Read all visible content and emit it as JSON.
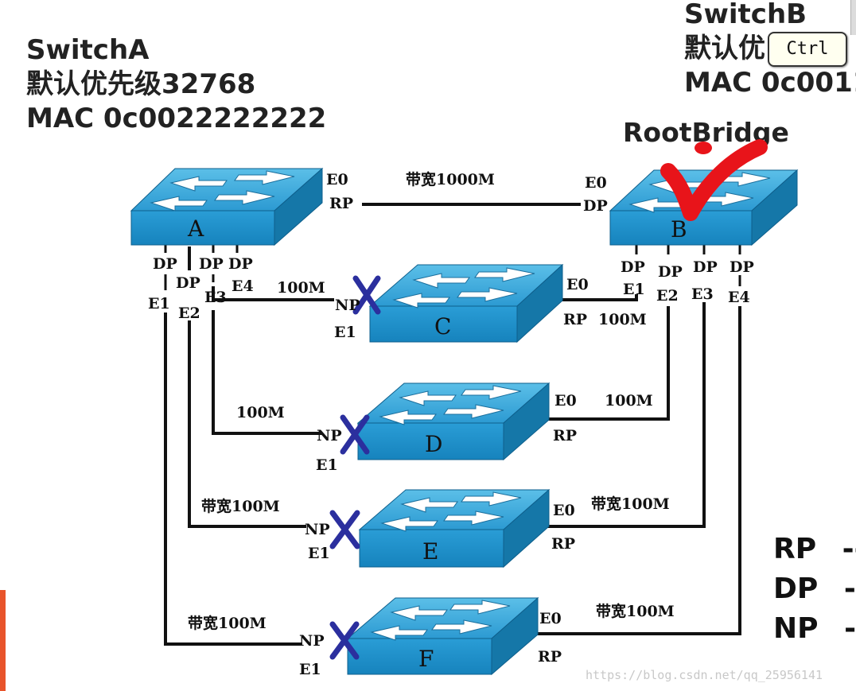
{
  "switchA": {
    "name": "SwitchA",
    "priority": "默认优先级32768",
    "mac": "MAC 0c0022222222"
  },
  "switchB": {
    "name": "SwitchB",
    "priority": "默认优",
    "mac": "MAC 0c0011"
  },
  "root_bridge_label": "RootBridge",
  "ctrl_key": "Ctrl",
  "switches": {
    "A": "A",
    "B": "B",
    "C": "C",
    "D": "D",
    "E": "E",
    "F": "F"
  },
  "links": {
    "ab_bandwidth": "带宽1000M",
    "ac_bandwidth": "100M",
    "bc_bandwidth": "100M",
    "ad_bandwidth": "100M",
    "bd_bandwidth": "100M",
    "ae_bandwidth": "带宽100M",
    "be_bandwidth": "带宽100M",
    "af_bandwidth": "带宽100M",
    "bf_bandwidth": "带宽100M"
  },
  "ports": {
    "A": {
      "e0": "E0",
      "e0_role": "RP",
      "e1": "E1",
      "e1_role": "DP",
      "e2": "E2",
      "e2_role": "DP",
      "e3": "E3",
      "e3_role": "DP",
      "e4": "E4",
      "e4_role": "DP"
    },
    "B": {
      "e0": "E0",
      "e0_role": "DP",
      "e1": "E1",
      "e1_role": "DP",
      "e2": "E2",
      "e2_role": "DP",
      "e3": "E3",
      "e3_role": "DP",
      "e4": "E4",
      "e4_role": "DP"
    },
    "C": {
      "e0": "E0",
      "e0_role": "RP",
      "e1": "E1",
      "e1_role": "NP"
    },
    "D": {
      "e0": "E0",
      "e0_role": "RP",
      "e1": "E1",
      "e1_role": "NP"
    },
    "E": {
      "e0": "E0",
      "e0_role": "RP",
      "e1": "E1",
      "e1_role": "NP"
    },
    "F": {
      "e0": "E0",
      "e0_role": "RP",
      "e1": "E1",
      "e1_role": "NP"
    }
  },
  "legend": [
    {
      "role": "RP",
      "suffix": "--"
    },
    {
      "role": "DP",
      "suffix": "--"
    },
    {
      "role": "NP",
      "suffix": "--"
    }
  ],
  "watermark": "https://blog.csdn.net/qq_25956141",
  "colors": {
    "switch_top": "#3aa7da",
    "switch_front": "#1e8fc6",
    "switch_side": "#1577a8",
    "link": "#111111",
    "blocked_x": "#2b2f9e",
    "root_check": "#e8141a",
    "accent_left": "#e8542b"
  }
}
